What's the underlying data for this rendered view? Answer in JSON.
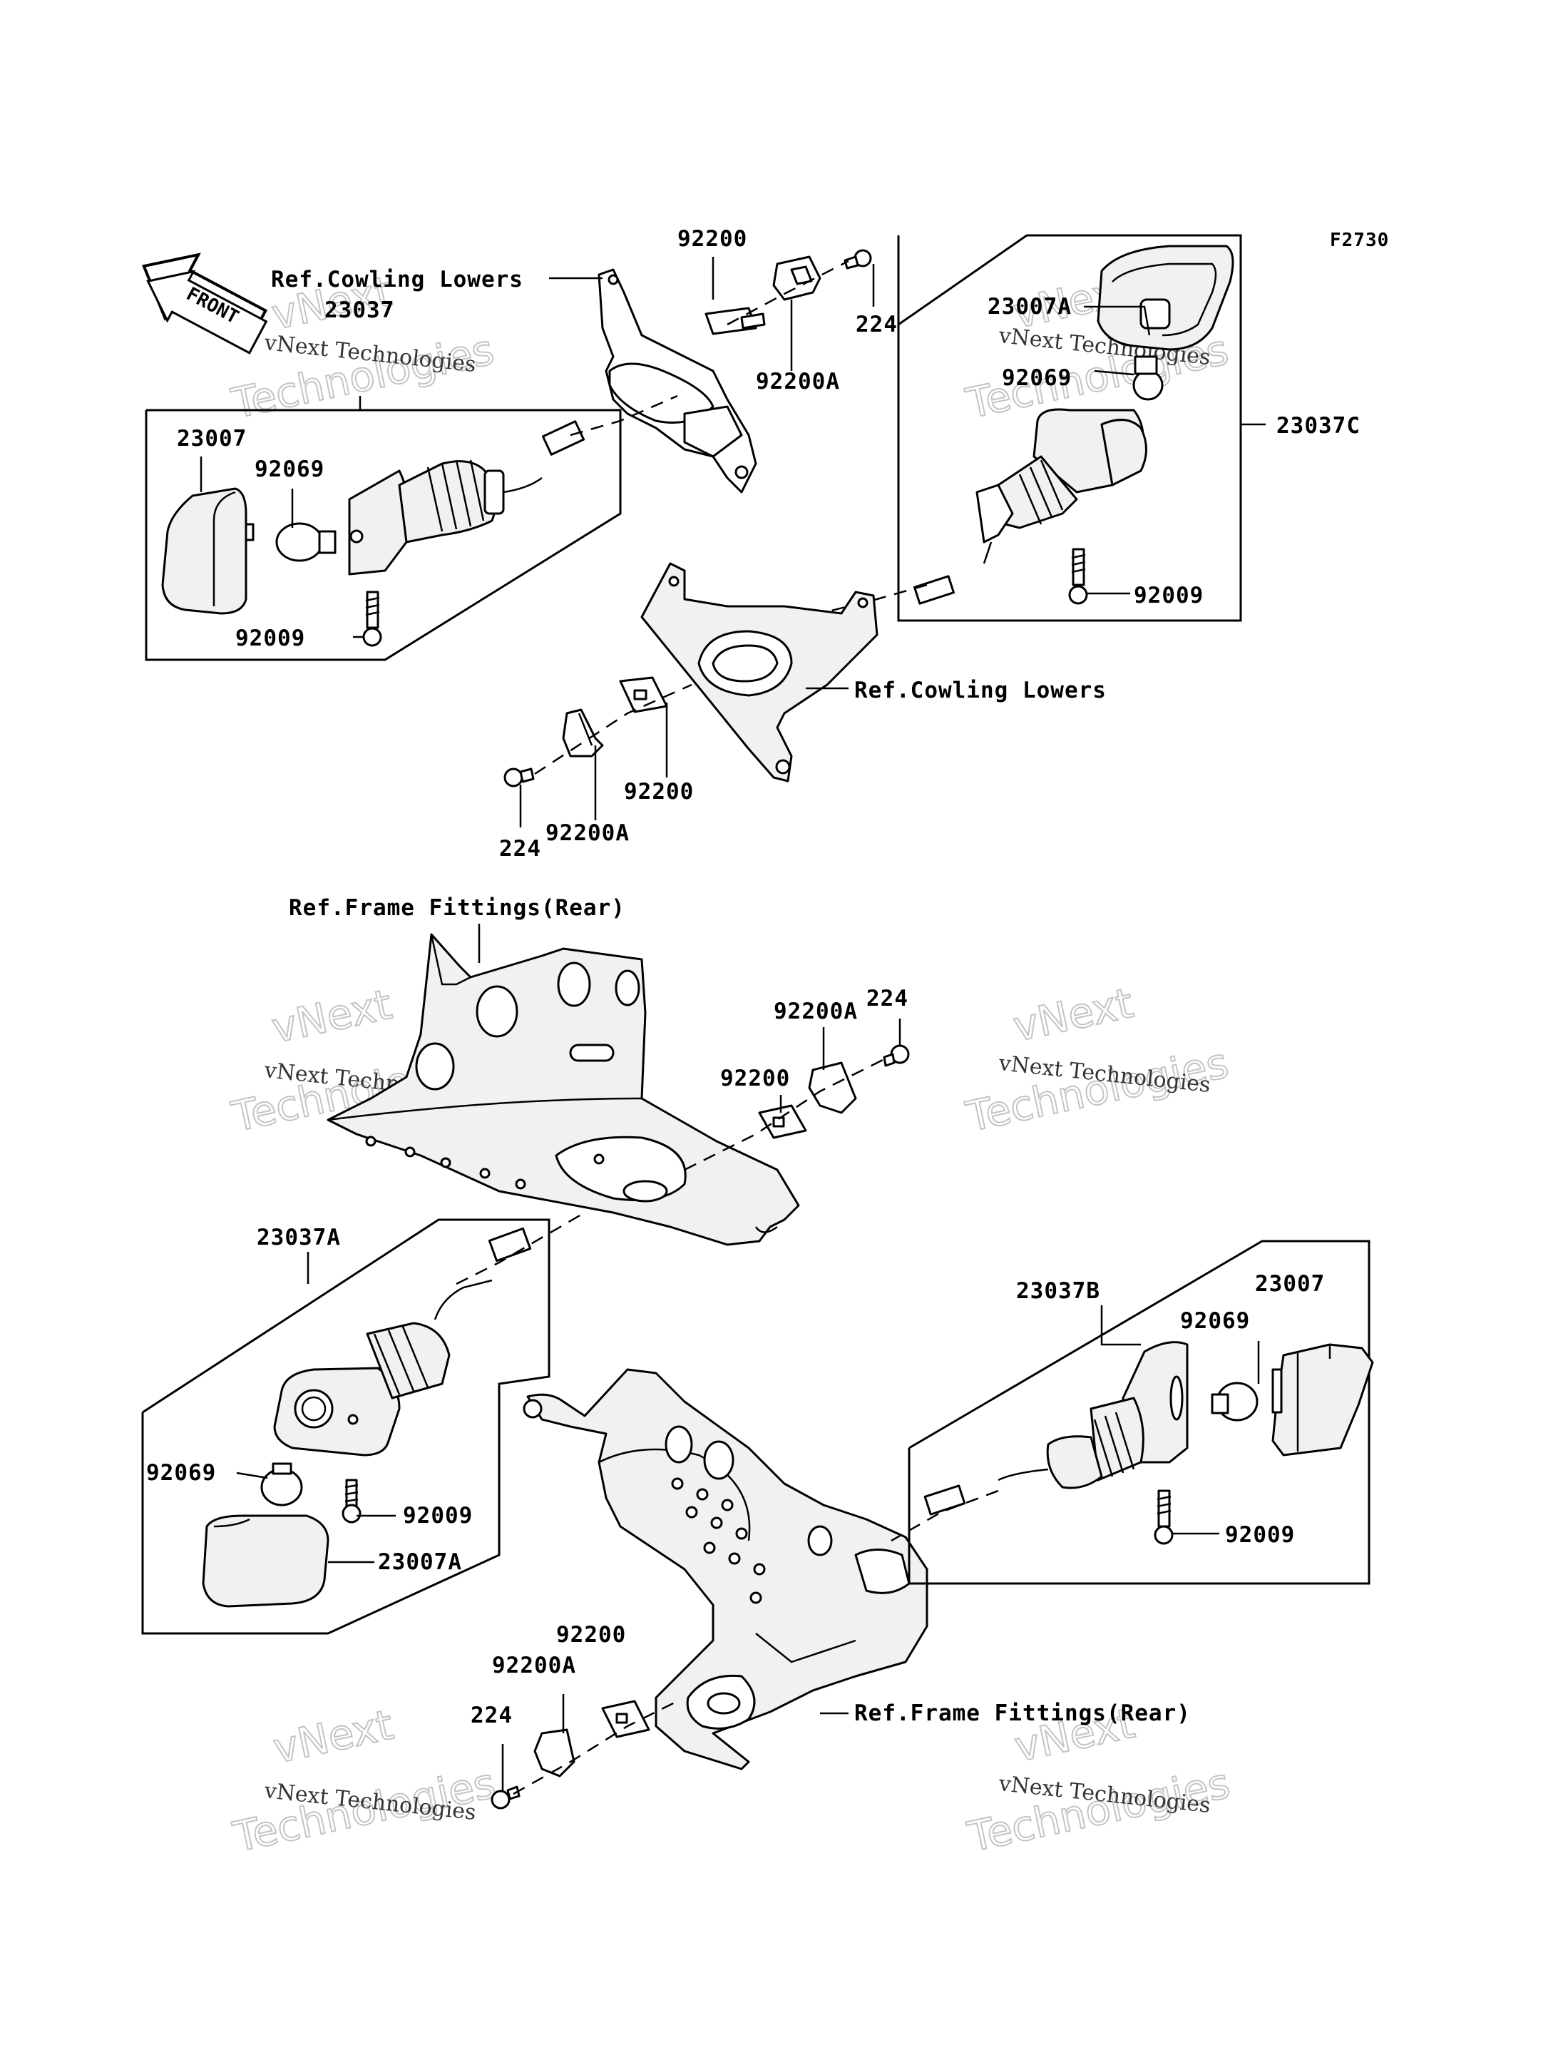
{
  "diagram_code": "F2730",
  "front_arrow": {
    "label": "FRONT",
    "icon": "front-arrow-icon"
  },
  "labels": {
    "ref_cowling_lowers_1": "Ref.Cowling Lowers",
    "ref_cowling_lowers_2": "Ref.Cowling Lowers",
    "ref_frame_fittings_1": "Ref.Frame Fittings(Rear)",
    "ref_frame_fittings_2": "Ref.Frame Fittings(Rear)",
    "p_92200_a": "92200",
    "p_92200a_a": "92200A",
    "p_224_a": "224",
    "p_23007a_top": "23007A",
    "p_92069_tr": "92069",
    "p_23037c": "23037C",
    "p_92009_tr": "92009",
    "p_23037": "23037",
    "p_23007_tl": "23007",
    "p_92069_tl": "92069",
    "p_92009_tl": "92009",
    "p_92200_b": "92200",
    "p_92200a_b": "92200A",
    "p_224_b": "224",
    "p_224_c": "224",
    "p_92200a_c": "92200A",
    "p_92200_c": "92200",
    "p_23037a": "23037A",
    "p_92069_bl": "92069",
    "p_92009_bl": "92009",
    "p_23007a_bl": "23007A",
    "p_23037b": "23037B",
    "p_23007_br": "23007",
    "p_92069_br": "92069",
    "p_92009_br": "92009",
    "p_92200_d": "92200",
    "p_92200a_d": "92200A",
    "p_224_d": "224"
  },
  "watermark": {
    "line1": "vNext",
    "line2": "Technologies",
    "small": "vNext Technologies"
  }
}
